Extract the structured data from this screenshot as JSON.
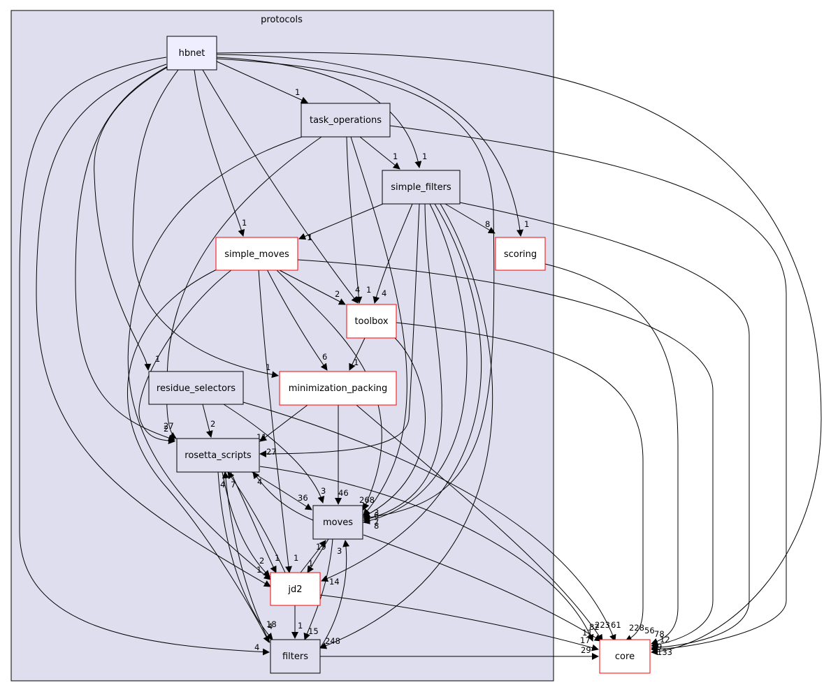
{
  "cluster": {
    "label": "protocols",
    "fill": "#dedeee"
  },
  "colors": {
    "red_border": "#ff0000",
    "black_border": "#000000",
    "root_fill": "#eeeeff",
    "node_fill": "#ffffff"
  },
  "nodes": {
    "hbnet": {
      "label": "hbnet",
      "style": "root"
    },
    "task_operations": {
      "label": "task_operations",
      "style": "black"
    },
    "simple_filters": {
      "label": "simple_filters",
      "style": "black"
    },
    "simple_moves": {
      "label": "simple_moves",
      "style": "red"
    },
    "scoring": {
      "label": "scoring",
      "style": "red"
    },
    "toolbox": {
      "label": "toolbox",
      "style": "red"
    },
    "residue_selectors": {
      "label": "residue_selectors",
      "style": "black"
    },
    "minimization_packing": {
      "label": "minimization_packing",
      "style": "red"
    },
    "rosetta_scripts": {
      "label": "rosetta_scripts",
      "style": "black"
    },
    "moves": {
      "label": "moves",
      "style": "black"
    },
    "jd2": {
      "label": "jd2",
      "style": "red"
    },
    "filters": {
      "label": "filters",
      "style": "black"
    },
    "core": {
      "label": "core",
      "style": "red"
    }
  },
  "edge_labels": {
    "hbnet_task_operations": "1",
    "hbnet_simple_filters": "1",
    "hbnet_scoring": "1",
    "hbnet_simple_moves": "1",
    "hbnet_toolbox": "1",
    "hbnet_residue_selectors": "1",
    "hbnet_minimization_packing": "1",
    "hbnet_rosetta_scripts": "2",
    "hbnet_jd2": "1",
    "hbnet_filters": "4",
    "task_operations_simple_filters": "1",
    "task_operations_toolbox": "1",
    "simple_filters_simple_moves": "1",
    "simple_filters_scoring": "8",
    "simple_filters_toolbox": "4",
    "simple_filters_rosetta_scripts": "27",
    "simple_moves_toolbox": "2",
    "simple_moves_minimization_packing": "6",
    "simple_moves_rosetta_scripts": "27",
    "toolbox_minimization_packing": "1",
    "toolbox_other": "4",
    "residue_selectors_rosetta_scripts": "2",
    "residue_selectors_moves": "3",
    "minimization_packing_rosetta_scripts": "11",
    "minimization_packing_moves": "46",
    "rosetta_scripts_moves": "36",
    "rosetta_scripts_jd2": "7",
    "rosetta_scripts_jd2_b": "1",
    "moves_rosetta_scripts": "4",
    "moves_jd2": "1",
    "moves_filters": "15",
    "moves_in_268": "268",
    "moves_in_6": "6",
    "moves_in_3": "3",
    "moves_in_7": "7",
    "moves_in_8": "8",
    "jd2_rosetta_scripts": "4",
    "jd2_moves": "19",
    "jd2_filters": "1",
    "jd2_in_2": "2",
    "jd2_in_14": "14",
    "filters_rosetta_scripts": "4",
    "filters_moves": "3",
    "filters_in_18": "18",
    "filters_in_248": "248",
    "filters_core": "29",
    "core_82": "82",
    "core_11": "11",
    "core_17": "17",
    "core_223": "223",
    "core_61": "61",
    "core_228": "228",
    "core_56": "56",
    "core_78": "78",
    "core_12": "12",
    "core_9": "9",
    "core_133": "133"
  }
}
